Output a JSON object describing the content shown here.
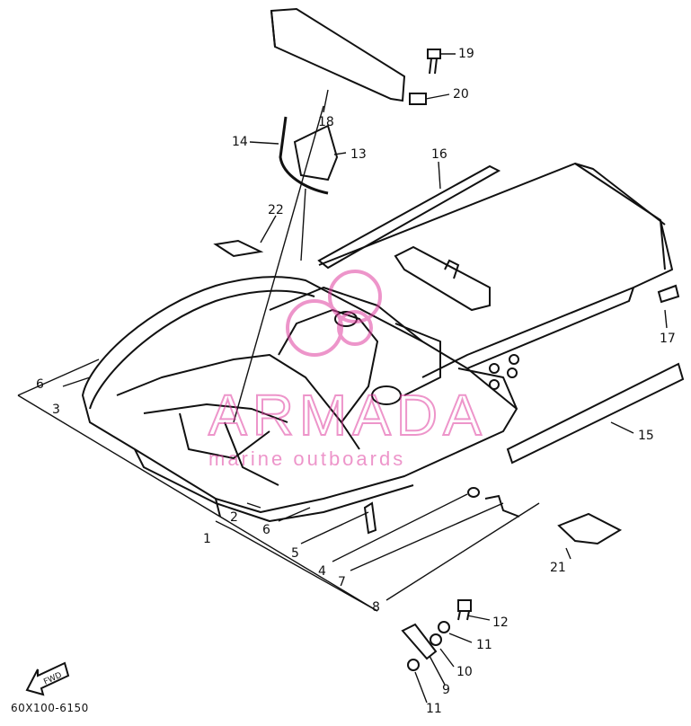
{
  "diagram": {
    "callouts": [
      {
        "id": "c1",
        "text": "1"
      },
      {
        "id": "c2",
        "text": "2"
      },
      {
        "id": "c3",
        "text": "3"
      },
      {
        "id": "c4",
        "text": "4"
      },
      {
        "id": "c5",
        "text": "5"
      },
      {
        "id": "c6a",
        "text": "6"
      },
      {
        "id": "c6b",
        "text": "6"
      },
      {
        "id": "c7",
        "text": "7"
      },
      {
        "id": "c8",
        "text": "8"
      },
      {
        "id": "c9",
        "text": "9"
      },
      {
        "id": "c10",
        "text": "10"
      },
      {
        "id": "c11a",
        "text": "11"
      },
      {
        "id": "c11b",
        "text": "11"
      },
      {
        "id": "c12",
        "text": "12"
      },
      {
        "id": "c13",
        "text": "13"
      },
      {
        "id": "c14",
        "text": "14"
      },
      {
        "id": "c15",
        "text": "15"
      },
      {
        "id": "c16",
        "text": "16"
      },
      {
        "id": "c17",
        "text": "17"
      },
      {
        "id": "c18",
        "text": "18"
      },
      {
        "id": "c19",
        "text": "19"
      },
      {
        "id": "c20",
        "text": "20"
      },
      {
        "id": "c21",
        "text": "21"
      },
      {
        "id": "c22",
        "text": "22"
      }
    ],
    "fwd_label": "FWD",
    "part_code": "60X100-6150"
  },
  "watermark": {
    "title": "ARMADA",
    "subtitle": "marine outboards",
    "color": "#e040a0"
  },
  "colors": {
    "line": "#111111",
    "background": "#ffffff"
  }
}
